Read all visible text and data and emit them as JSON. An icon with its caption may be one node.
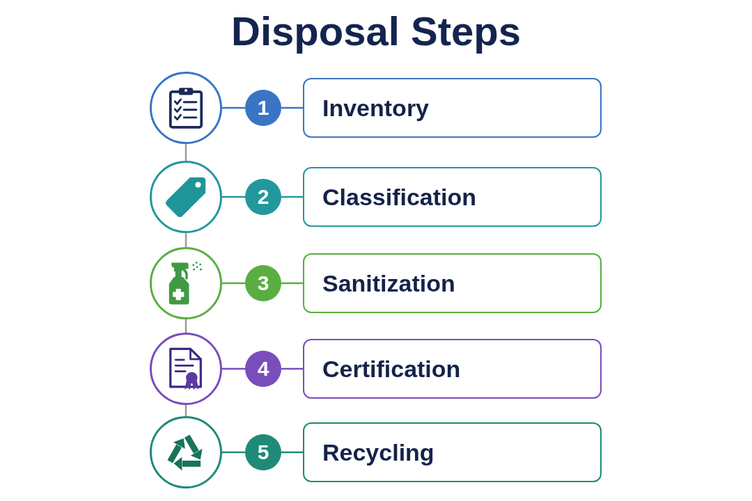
{
  "diagram": {
    "title": "Disposal Steps",
    "nodes": [
      {
        "text": [],
        "shape": "circle"
      },
      {
        "text": [
          "1"
        ]
      },
      {
        "text": [
          "Inventory"
        ]
      },
      {
        "text": [],
        "shape": "circle"
      },
      {
        "text": [
          "2"
        ]
      },
      {
        "text": [
          "Classification"
        ]
      },
      {
        "text": [],
        "shape": "circle"
      },
      {
        "text": [
          "3"
        ]
      },
      {
        "text": [
          "Sanitization"
        ]
      },
      {
        "text": [],
        "shape": "circle"
      },
      {
        "text": [
          "4"
        ]
      },
      {
        "text": [
          "Certification"
        ]
      },
      {
        "text": [],
        "shape": "circle"
      },
      {
        "text": [
          "5"
        ]
      },
      {
        "text": [
          "Recycling"
        ]
      }
    ],
    "edges": [
      {
        "from": 0,
        "to": 1,
        "arrow": "none",
        "color": "#3a74c6"
      },
      {
        "from": 1,
        "to": 2,
        "arrow": "none",
        "color": "#3a74c6"
      },
      {
        "from": 0,
        "to": 3,
        "arrow": "none",
        "color": "#9a9a9a"
      },
      {
        "from": 3,
        "to": 4,
        "arrow": "none",
        "color": "#23989c"
      },
      {
        "from": 4,
        "to": 5,
        "arrow": "none",
        "color": "#23989c"
      },
      {
        "from": 3,
        "to": 6,
        "arrow": "none",
        "color": "#9a9a9a"
      },
      {
        "from": 6,
        "to": 7,
        "arrow": "none",
        "color": "#5aae41"
      },
      {
        "from": 7,
        "to": 8,
        "arrow": "none",
        "color": "#5aae41"
      },
      {
        "from": 6,
        "to": 9,
        "arrow": "none",
        "color": "#9a9a9a"
      },
      {
        "from": 9,
        "to": 10,
        "arrow": "none",
        "color": "#7a4dbd"
      },
      {
        "from": 10,
        "to": 11,
        "arrow": "none",
        "color": "#7a4dbd"
      },
      {
        "from": 9,
        "to": 12,
        "arrow": "none",
        "color": "#9a9a9a"
      },
      {
        "from": 12,
        "to": 13,
        "arrow": "none",
        "color": "#1f8a78"
      },
      {
        "from": 13,
        "to": 14,
        "arrow": "none",
        "color": "#1f8a78"
      }
    ]
  }
}
